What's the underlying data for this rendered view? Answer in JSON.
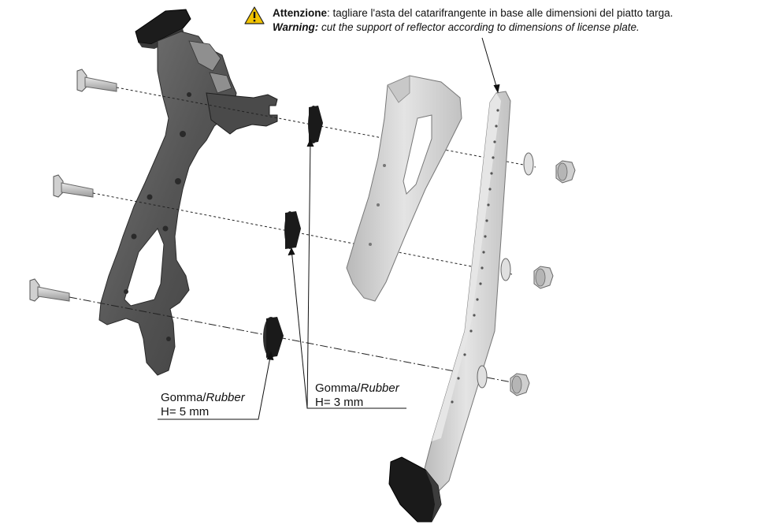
{
  "warning": {
    "icon": "warning-triangle-icon",
    "it_bold": "Attenzione",
    "it_text": ": tagliare l'asta del catarifrangente in base alle dimensioni del piatto targa.",
    "en_bold": "Warning:",
    "en_text": " cut the support of reflector according to dimensions of license plate."
  },
  "labels": {
    "rubber_5": {
      "word": "Gomma/",
      "word_italic": "Rubber",
      "height": "H= 5 mm"
    },
    "rubber_3": {
      "word": "Gomma/",
      "word_italic": "Rubber",
      "height": "H= 3 mm"
    }
  },
  "colors": {
    "metal_dark": "#5c5c5c",
    "metal_light": "#d4d4d4",
    "rubber": "#1a1a1a",
    "warning_yellow": "#f2c300"
  }
}
